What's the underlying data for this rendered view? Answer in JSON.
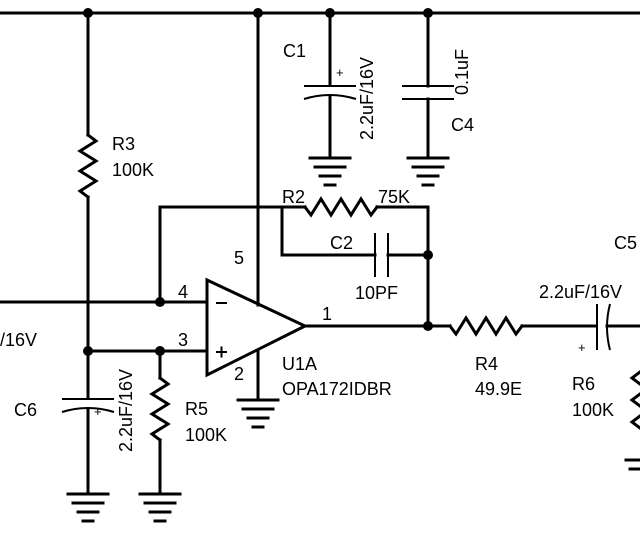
{
  "components": {
    "r3": {
      "ref": "R3",
      "value": "100K"
    },
    "r2": {
      "ref": "R2",
      "value": "75K"
    },
    "c1": {
      "ref": "C1",
      "value": "2.2uF/16V"
    },
    "c4": {
      "ref": "C4",
      "value": "0.1uF"
    },
    "c2": {
      "ref": "C2",
      "value": "10PF"
    },
    "u1": {
      "ref": "U1A",
      "part": "OPA172IDBR"
    },
    "r4": {
      "ref": "R4",
      "value": "49.9E"
    },
    "c5": {
      "ref": "C5",
      "value": "2.2uF/16V"
    },
    "r6": {
      "ref": "R6",
      "value": "100K"
    },
    "c6": {
      "ref": "C6",
      "value": "2.2uF/16V"
    },
    "r5": {
      "ref": "R5",
      "value": "100K"
    },
    "left_cap": {
      "value_partial": "/16V"
    }
  },
  "pins": {
    "p1": "1",
    "p2": "2",
    "p3": "3",
    "p4": "4",
    "p5": "5"
  },
  "symbols": {
    "minus": "−",
    "plus": "+",
    "cap_plus": "+"
  }
}
